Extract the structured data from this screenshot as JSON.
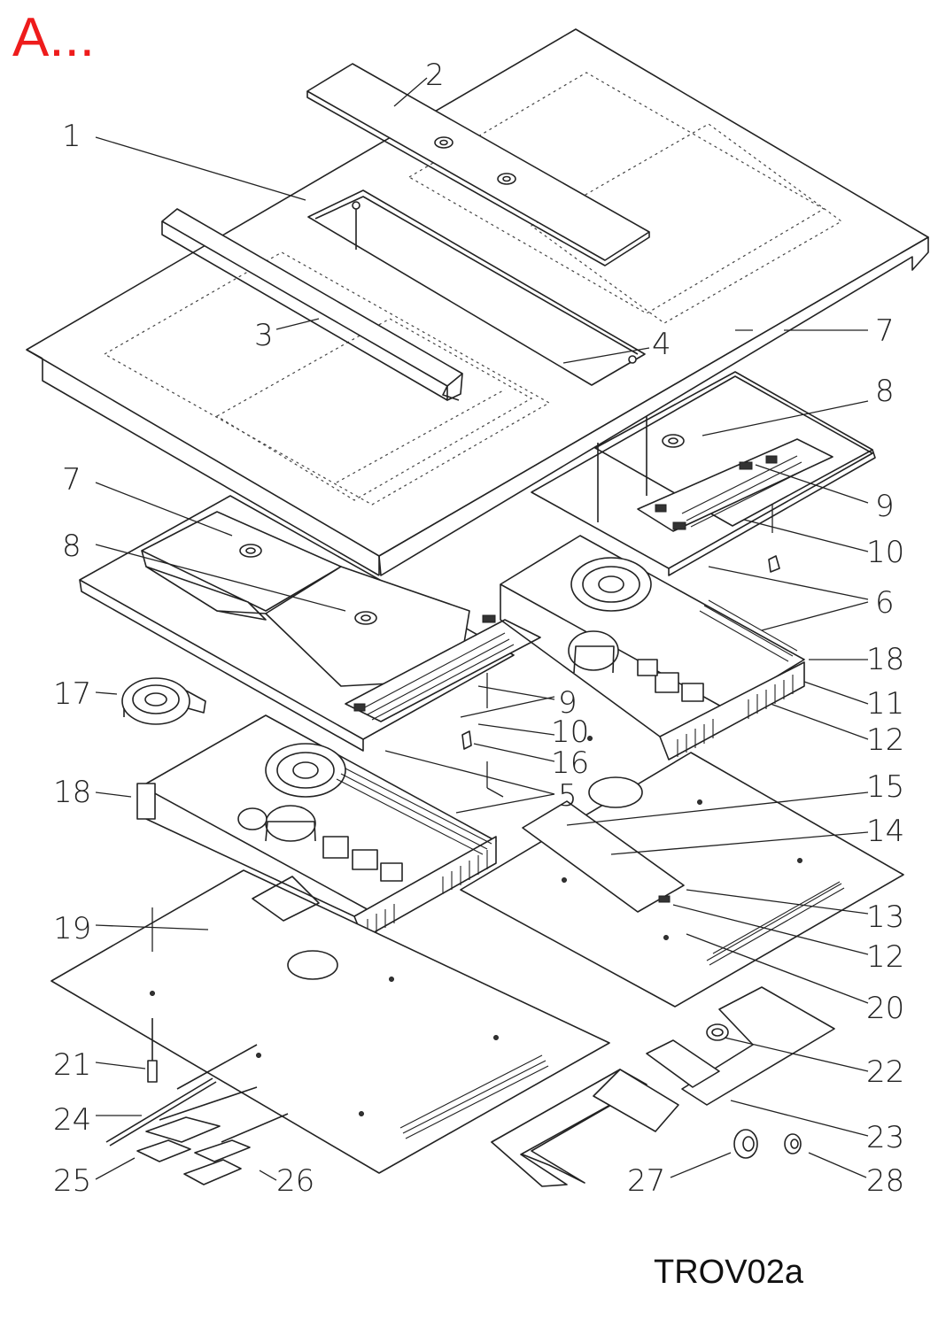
{
  "header": {
    "label": "A..."
  },
  "footer": {
    "drawing_id": "TROV02a"
  },
  "colors": {
    "header_label": "#ee1c1c",
    "line": "#222222",
    "background": "#ffffff"
  },
  "callouts": {
    "c1": "1",
    "c2": "2",
    "c3": "3",
    "c4": "4",
    "c7a": "7",
    "c7b": "7",
    "c8a": "8",
    "c8b": "8",
    "c9a": "9",
    "c9b": "9",
    "c10a": "10",
    "c10b": "10",
    "c6": "6",
    "c18a": "18",
    "c18b": "18",
    "c11": "11",
    "c12a": "12",
    "c12b": "12",
    "c17": "17",
    "c16": "16",
    "c5": "5",
    "c15": "15",
    "c14": "14",
    "c13": "13",
    "c19": "19",
    "c20": "20",
    "c21": "21",
    "c22": "22",
    "c23": "23",
    "c24": "24",
    "c25": "25",
    "c26": "26",
    "c27": "27",
    "c28": "28"
  }
}
